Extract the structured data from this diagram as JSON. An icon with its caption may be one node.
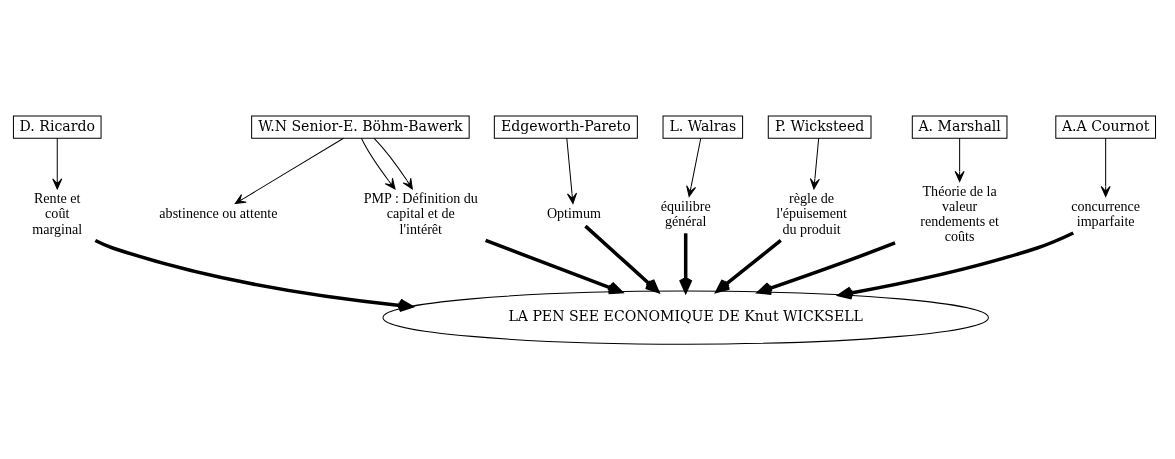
{
  "diagram": {
    "nodes": [
      {
        "text": [
          "D. Ricardo"
        ]
      },
      {
        "text": [
          "W.N Senior-E. Böhm-Bawerk"
        ]
      },
      {
        "text": [
          "Edgeworth-Pareto"
        ]
      },
      {
        "text": [
          "L. Walras"
        ]
      },
      {
        "text": [
          "P. Wicksteed"
        ]
      },
      {
        "text": [
          "A. Marshall"
        ]
      },
      {
        "text": [
          "A.A Cournot"
        ]
      },
      {
        "text": [
          "abstinence ou attente"
        ]
      },
      {
        "text": [
          "PMP : Définition du capital et de l'intérêt"
        ]
      },
      {
        "text": [
          "Optimum"
        ]
      },
      {
        "text": [
          "équilibre général"
        ]
      },
      {
        "text": [
          "règle de l'épuisement du produit"
        ]
      },
      {
        "text": [
          "Théorie de la valeur rendements et coûts"
        ]
      },
      {
        "text": [
          "Rente et coût marginal"
        ]
      },
      {
        "text": [
          "concurrence imparfaite"
        ]
      },
      {
        "text": [
          "LA PEN SEE ECONOMIQUE DE Knut WICKSELL"
        ]
      }
    ],
    "edges": [
      {
        "from": 0,
        "to": 13,
        "arrow": "to"
      },
      {
        "from": 1,
        "to": 7,
        "arrow": "to"
      },
      {
        "from": 1,
        "to": 8,
        "arrow": "to"
      },
      {
        "from": 1,
        "to": 8,
        "arrow": "to"
      },
      {
        "from": 2,
        "to": 9,
        "arrow": "to"
      },
      {
        "from": 3,
        "to": 10,
        "arrow": "to"
      },
      {
        "from": 4,
        "to": 11,
        "arrow": "to"
      },
      {
        "from": 5,
        "to": 12,
        "arrow": "to"
      },
      {
        "from": 6,
        "to": 14,
        "arrow": "to"
      },
      {
        "from": 13,
        "to": 15,
        "arrow": "to",
        "style": "thick"
      },
      {
        "from": 8,
        "to": 15,
        "arrow": "to",
        "style": "thick"
      },
      {
        "from": 9,
        "to": 15,
        "arrow": "to",
        "style": "thick"
      },
      {
        "from": 10,
        "to": 15,
        "arrow": "to",
        "style": "thick"
      },
      {
        "from": 11,
        "to": 15,
        "arrow": "to",
        "style": "thick"
      },
      {
        "from": 12,
        "to": 15,
        "arrow": "to",
        "style": "thick"
      },
      {
        "from": 14,
        "to": 15,
        "arrow": "to",
        "style": "thick"
      }
    ]
  }
}
